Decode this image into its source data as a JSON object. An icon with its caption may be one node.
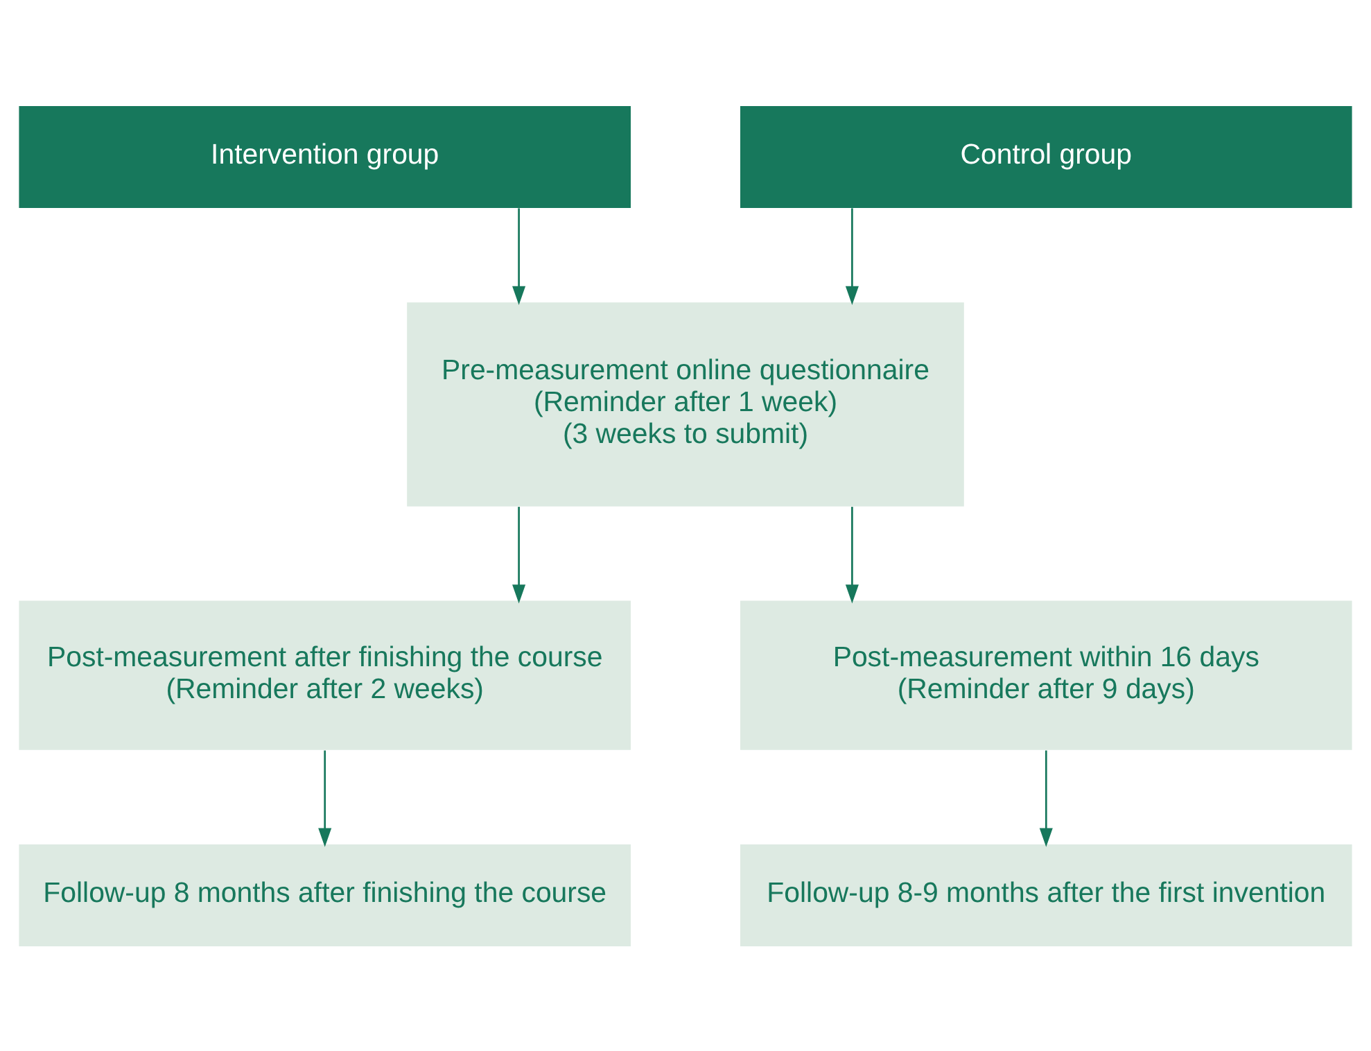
{
  "diagram": {
    "nodes": [
      {
        "text": [
          "Intervention group"
        ]
      },
      {
        "text": [
          "Control group"
        ]
      },
      {
        "text": [
          "Pre-measurement online questionnaire",
          "(Reminder after 1 week)",
          "(3 weeks to submit)"
        ]
      },
      {
        "text": [
          "Post-measurement after finishing the course",
          "(Reminder after 2 weeks)"
        ]
      },
      {
        "text": [
          "Post-measurement within 16 days",
          "(Reminder after 9 days)"
        ]
      },
      {
        "text": [
          "Follow-up 8 months after finishing the course"
        ]
      },
      {
        "text": [
          "Follow-up 8-9 months after the first invention"
        ]
      }
    ],
    "edges": [
      {
        "from": 0,
        "to": 2,
        "arrow": "to"
      },
      {
        "from": 1,
        "to": 2,
        "arrow": "to"
      },
      {
        "from": 2,
        "to": 3,
        "arrow": "to"
      },
      {
        "from": 2,
        "to": 4,
        "arrow": "to"
      },
      {
        "from": 3,
        "to": 5,
        "arrow": "to"
      },
      {
        "from": 4,
        "to": 6,
        "arrow": "to"
      }
    ]
  }
}
